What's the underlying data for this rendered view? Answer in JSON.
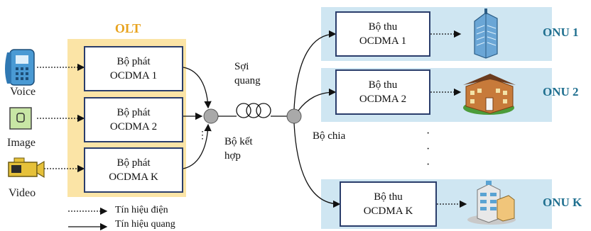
{
  "olt": {
    "title": "OLT"
  },
  "sources": [
    {
      "label": "Voice",
      "icon": "phone-icon"
    },
    {
      "label": "Image",
      "icon": "camera-icon"
    },
    {
      "label": "Video",
      "icon": "video-camera-icon"
    }
  ],
  "transmitters": [
    {
      "line1": "Bộ phát",
      "line2": "OCDMA 1"
    },
    {
      "line1": "Bộ phát",
      "line2": "OCDMA 2"
    },
    {
      "line1": "Bộ phát",
      "line2": "OCDMA K"
    }
  ],
  "combiner": {
    "label_line1": "Bộ kết",
    "label_line2": "hợp"
  },
  "fiber": {
    "label_line1": "Sợi",
    "label_line2": "quang"
  },
  "splitter": {
    "label": "Bộ chia"
  },
  "receivers": [
    {
      "line1": "Bộ thu",
      "line2": "OCDMA 1",
      "onu": "ONU 1",
      "icon": "office-tower-icon"
    },
    {
      "line1": "Bộ thu",
      "line2": "OCDMA 2",
      "onu": "ONU 2",
      "icon": "house-building-icon"
    },
    {
      "line1": "Bộ thu",
      "line2": "OCDMA K",
      "onu": "ONU K",
      "icon": "apartment-building-icon"
    }
  ],
  "legend": {
    "electrical": "Tín hiệu điện",
    "optical": "Tín hiệu quang"
  },
  "colors": {
    "olt_panel": "#fbe4a6",
    "olt_title": "#e8a31e",
    "onu_band": "#cfe6f2",
    "onu_label": "#1f6f8f",
    "box_border": "#2a3d6b"
  }
}
